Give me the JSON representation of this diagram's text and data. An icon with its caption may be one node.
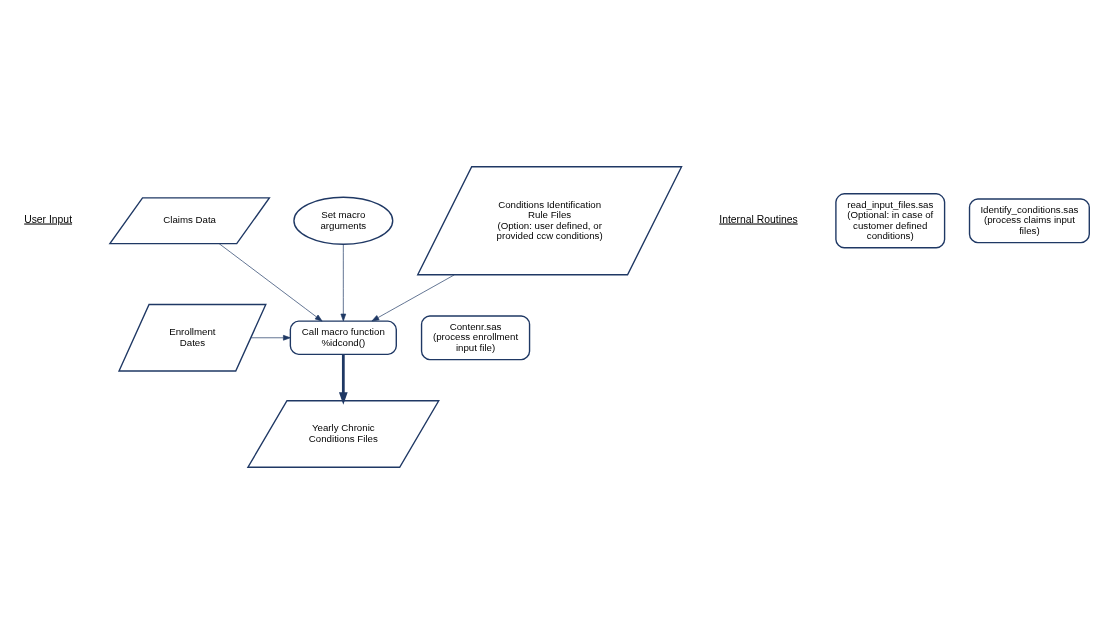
{
  "diagram": {
    "nodes": [
      {
        "text": [
          "Claims Data"
        ]
      },
      {
        "text": [
          "Enrollment Dates"
        ]
      },
      {
        "text": [
          "Set macro arguments"
        ]
      },
      {
        "text": [
          "Conditions Identification Rule Files",
          "(Option: user defined, or provided ccw conditions)"
        ]
      },
      {
        "text": [
          "Call macro function %idcond()"
        ]
      },
      {
        "text": [
          "Yearly Chronic Conditions Files"
        ]
      },
      {
        "text": [
          "read_input_files.sas",
          "(Optional: in case of customer defined conditions)"
        ]
      },
      {
        "text": [
          "Contenr.sas",
          "(process enrollment input file)"
        ]
      },
      {
        "text": [
          "Identify_conditions.sas",
          "(process claims input files)"
        ]
      }
    ],
    "edges": [
      {
        "from": 0,
        "to": 4,
        "arrow": "to"
      },
      {
        "from": 1,
        "to": 4,
        "arrow": "to"
      },
      {
        "from": 2,
        "to": 4,
        "arrow": "to"
      },
      {
        "from": 3,
        "to": 4,
        "arrow": "to"
      },
      {
        "from": 4,
        "to": 5,
        "arrow": "to",
        "style": "thick"
      }
    ],
    "labels": [
      "User Input",
      "Internal Routines"
    ]
  }
}
